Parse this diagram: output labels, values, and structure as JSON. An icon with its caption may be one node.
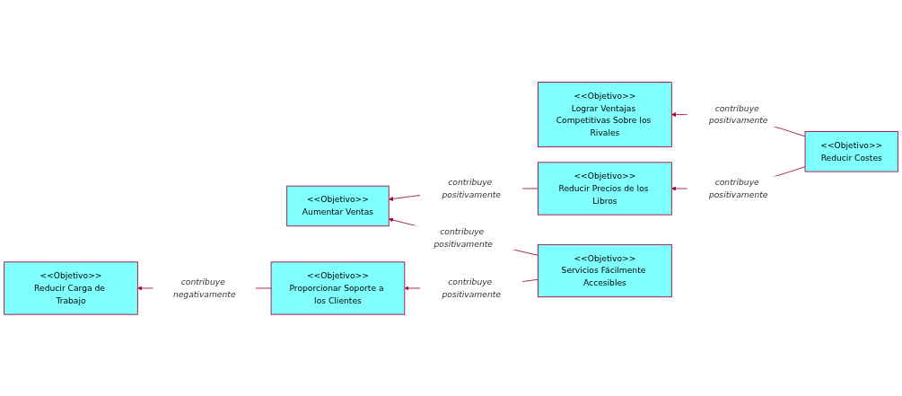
{
  "diagram": {
    "nodes": [
      {
        "text": [
          "<<Objetivo>>",
          "Lograr Ventajas Competitivas Sobre los Rivales"
        ]
      },
      {
        "text": [
          "<<Objetivo>>",
          "Reducir Costes"
        ]
      },
      {
        "text": [
          "<<Objetivo>>",
          "Reducir Precios de los Libros"
        ]
      },
      {
        "text": [
          "<<Objetivo>>",
          "Aumentar Ventas"
        ]
      },
      {
        "text": [
          "<<Objetivo>>",
          "Servicios Fácilmente Accesibles"
        ]
      },
      {
        "text": [
          "<<Objetivo>>",
          "Reducir Carga de Trabajo"
        ]
      },
      {
        "text": [
          "<<Objetivo>>",
          "Proporcionar Soporte a los Clientes"
        ]
      }
    ],
    "edges": [
      {
        "from": 1,
        "to": 0,
        "arrow": "to",
        "label": "contribuye positivamente"
      },
      {
        "from": 1,
        "to": 2,
        "arrow": "to",
        "label": "contribuye positivamente"
      },
      {
        "from": 2,
        "to": 3,
        "arrow": "to",
        "label": "contribuye positivamente"
      },
      {
        "from": 4,
        "to": 3,
        "arrow": "to",
        "label": "contribuye positivamente"
      },
      {
        "from": 4,
        "to": 6,
        "arrow": "to",
        "label": "contribuye positivamente"
      },
      {
        "from": 6,
        "to": 5,
        "arrow": "to",
        "label": "contribuye negativamente"
      }
    ]
  }
}
